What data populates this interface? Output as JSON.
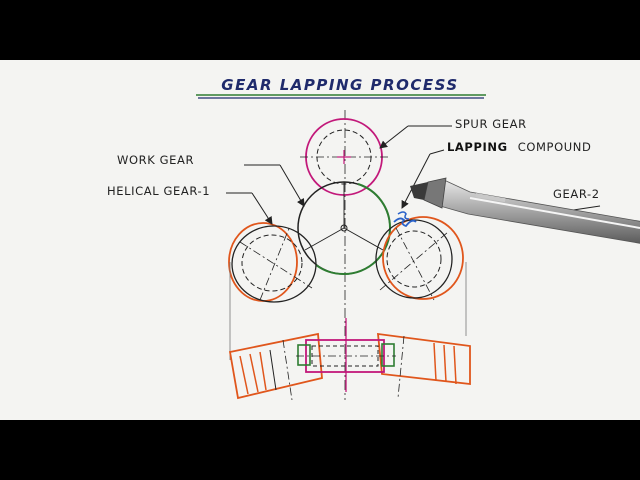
{
  "diagram": {
    "title": "GEAR LAPPING PROCESS",
    "labels": {
      "spur_gear": "SPUR GEAR",
      "work_gear": "WORK GEAR",
      "lapping_prefix": "LAPPING",
      "lapping_suffix": "COMPOUND",
      "helical_gear_1": "HELICAL GEAR-1",
      "gear_2": "GEAR-2"
    }
  },
  "colors": {
    "title": "#1f2a6b",
    "underline": "#2e7d32",
    "spur_gear": "#c2187a",
    "work_gear_inner": "#2e7d32",
    "helical_gears": "#e0561c",
    "lapping_compound": "#2a62c9",
    "lines": "#222222"
  },
  "icons": [
    "pen-icon"
  ]
}
